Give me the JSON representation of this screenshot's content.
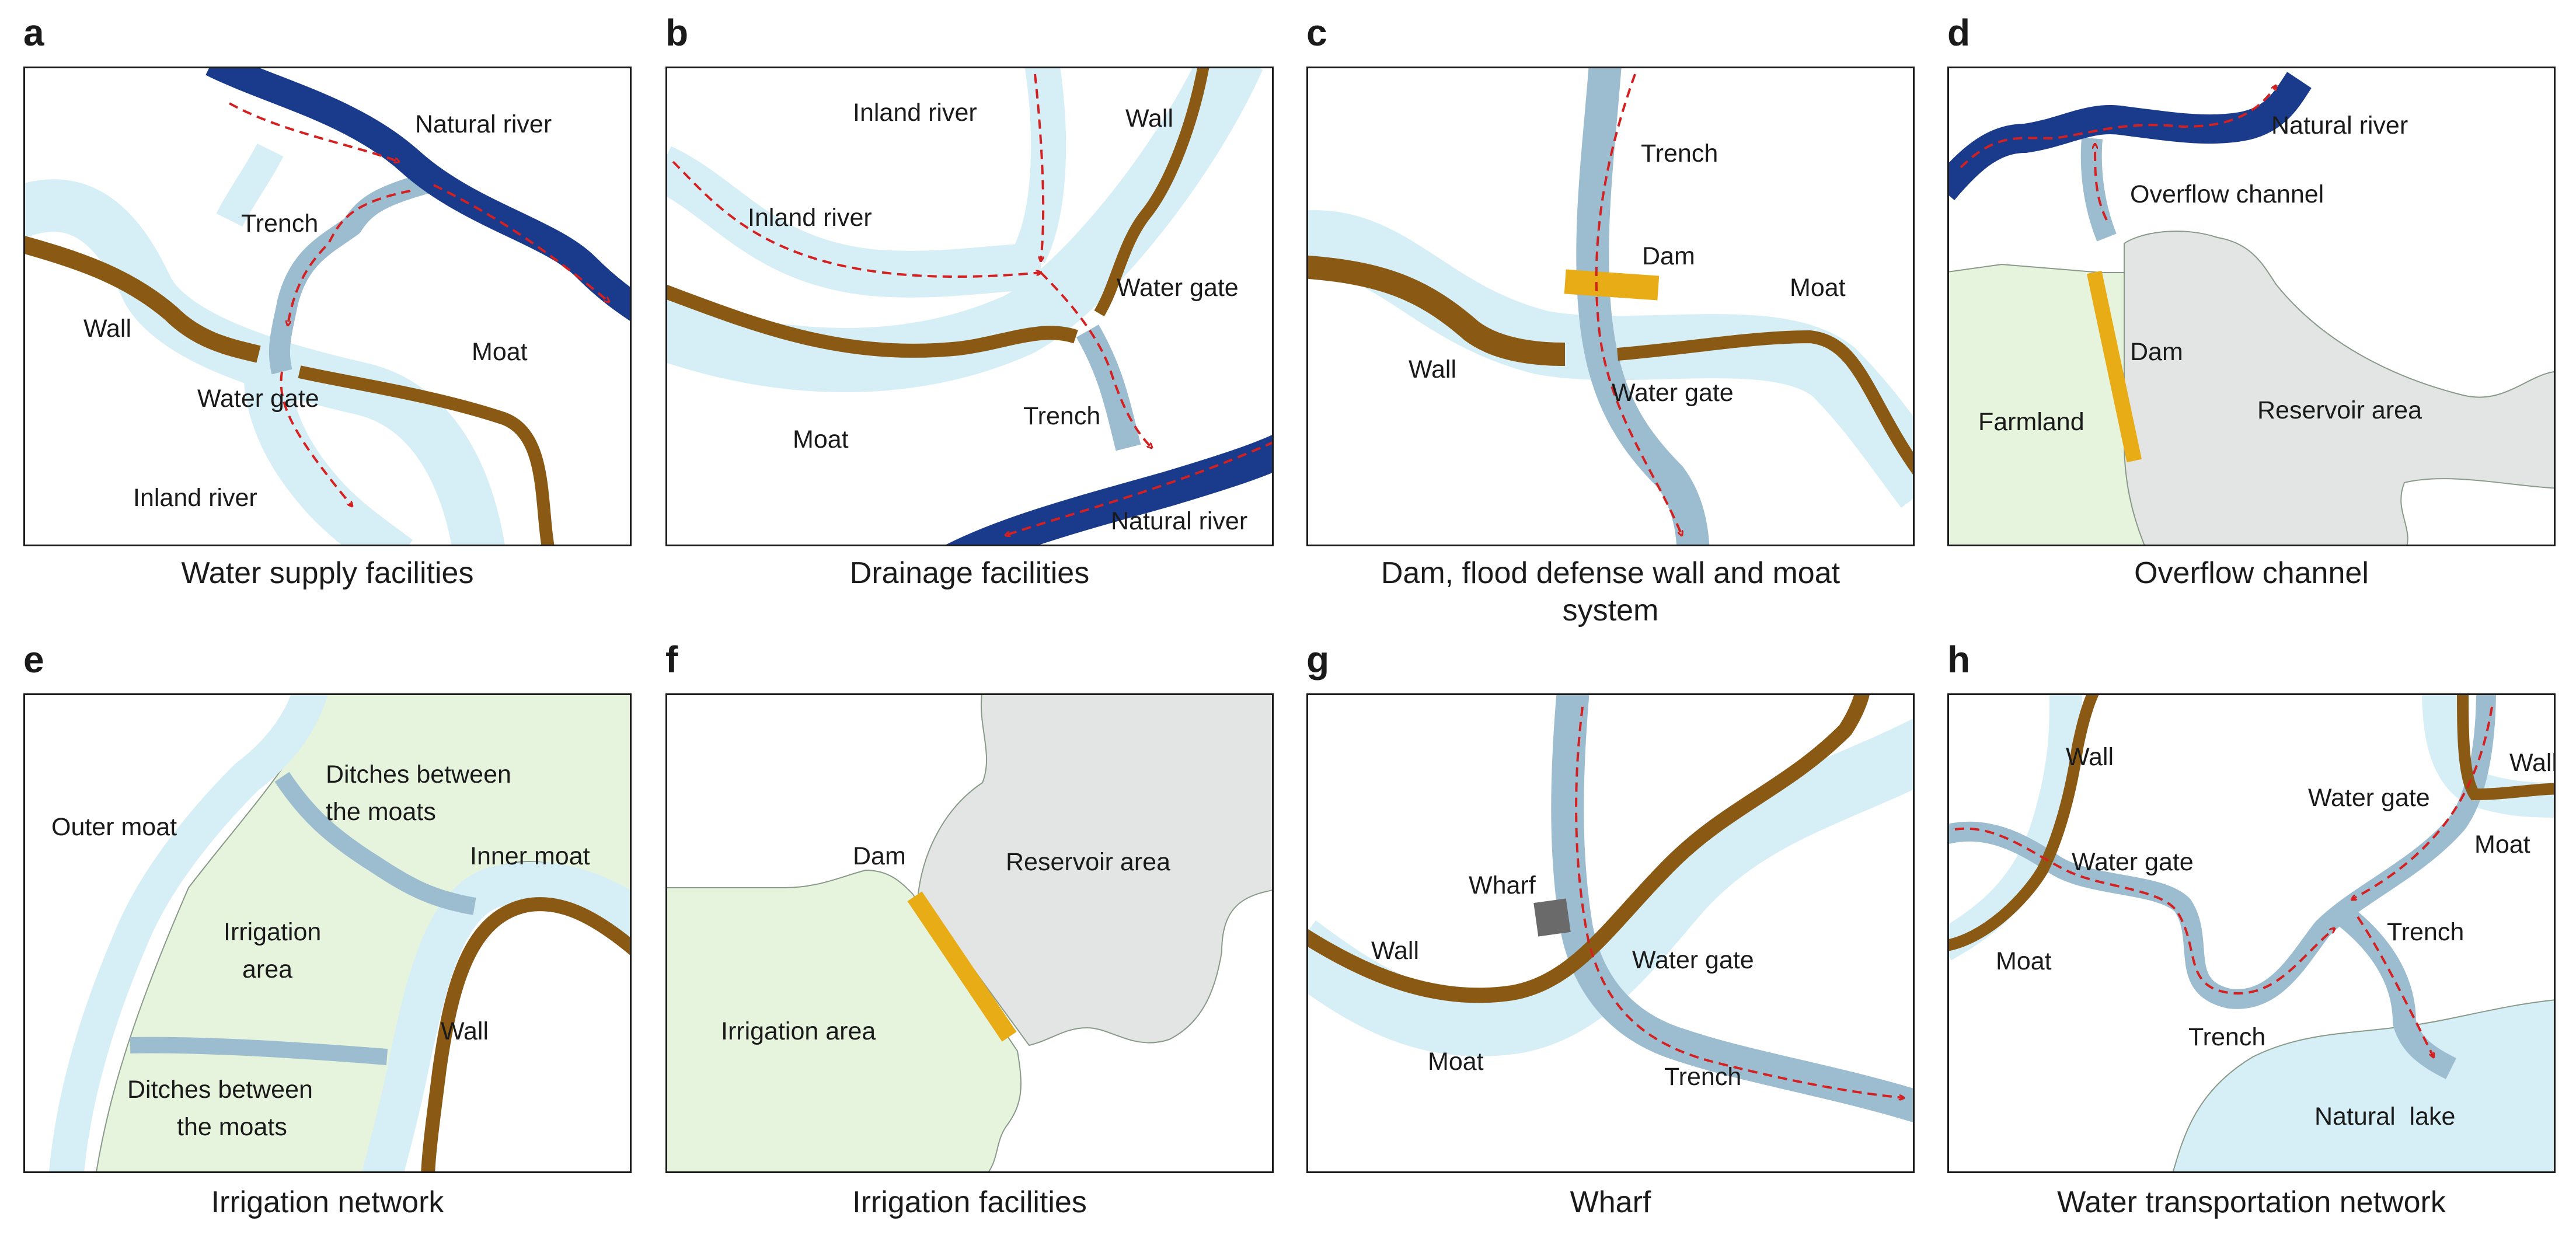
{
  "panels": [
    {
      "letter": "a",
      "caption": "Water supply facilities",
      "labels": {
        "natural_river": "Natural river",
        "trench": "Trench",
        "wall": "Wall",
        "moat": "Moat",
        "water_gate": "Water gate",
        "inland_river": "Inland river"
      }
    },
    {
      "letter": "b",
      "caption": "Drainage facilities",
      "labels": {
        "inland_river_1": "Inland river",
        "inland_river_2": "Inland river",
        "wall": "Wall",
        "water_gate": "Water gate",
        "trench": "Trench",
        "moat": "Moat",
        "natural_river": "Natural river"
      }
    },
    {
      "letter": "c",
      "caption_line1": "Dam, flood defense wall and moat",
      "caption_line2": "system",
      "labels": {
        "trench": "Trench",
        "dam": "Dam",
        "moat": "Moat",
        "wall": "Wall",
        "water_gate": "Water gate"
      }
    },
    {
      "letter": "d",
      "caption": "Overflow channel",
      "labels": {
        "natural_river": "Natural river",
        "overflow_channel": "Overflow channel",
        "dam": "Dam",
        "farmland": "Farmland",
        "reservoir_area": "Reservoir area"
      }
    },
    {
      "letter": "e",
      "caption": "Irrigation network",
      "labels": {
        "outer_moat": "Outer moat",
        "ditches_top_1": "Ditches between",
        "ditches_top_2": "the moats",
        "inner_moat": "Inner moat",
        "irrigation_1": "Irrigation",
        "irrigation_2": "area",
        "wall": "Wall",
        "ditches_bottom_1": "Ditches between",
        "ditches_bottom_2": "the moats"
      }
    },
    {
      "letter": "f",
      "caption": "Irrigation facilities",
      "labels": {
        "dam": "Dam",
        "reservoir_area": "Reservoir area",
        "irrigation_area": "Irrigation area"
      }
    },
    {
      "letter": "g",
      "caption": "Wharf",
      "labels": {
        "wharf": "Wharf",
        "wall": "Wall",
        "water_gate": "Water gate",
        "moat": "Moat",
        "trench": "Trench"
      }
    },
    {
      "letter": "h",
      "caption": "Water transportation network",
      "labels": {
        "wall_left": "Wall",
        "water_gate_left": "Water gate",
        "moat_left": "Moat",
        "water_gate_right": "Water gate",
        "wall_right": "Wall",
        "moat_right": "Moat",
        "trench_right": "Trench",
        "trench_bottom": "Trench",
        "natural_lake": "Natural  lake"
      }
    }
  ],
  "colors": {
    "natural_river": "#1a3a8c",
    "moat_light": "#d6eef5",
    "trench": "#9cbcd0",
    "wall": "#8a5a14",
    "dam": "#e8ac17",
    "farmland": "#e6f4dd",
    "reservoir": "#e2e5e3",
    "flow_arrow": "#d42020"
  }
}
